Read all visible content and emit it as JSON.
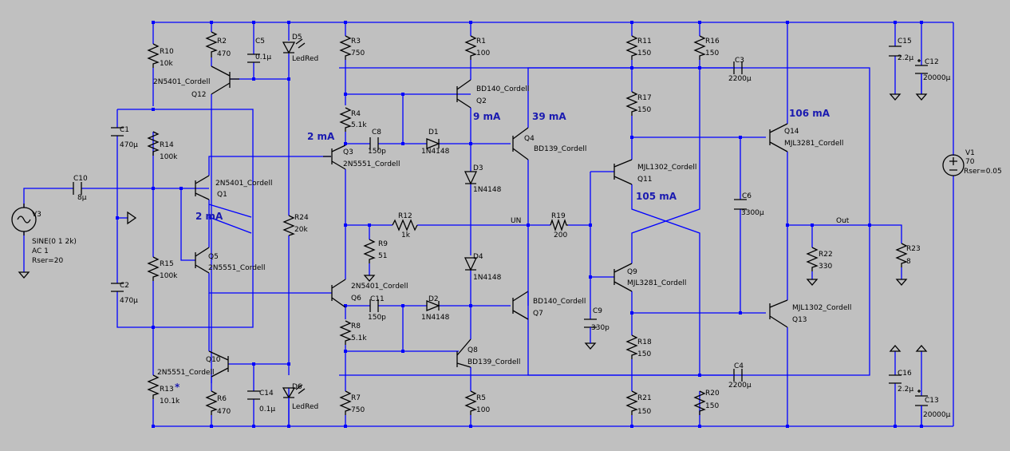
{
  "labels": {
    "R10": "R10",
    "R10v": "10k",
    "R2": "R2",
    "R2v": "470",
    "C5": "C5",
    "C5v": "0.1µ",
    "D5": "D5",
    "D5v": "LedRed",
    "R3": "R3",
    "R3v": "750",
    "R1": "R1",
    "R1v": "100",
    "R11": "R11",
    "R11v": "150",
    "R16": "R16",
    "R16v": "150",
    "C15": "C15",
    "C15v": "2.2µ",
    "C12": "C12",
    "C12v": "20000µ",
    "C3": "C3",
    "C3v": "2200µ",
    "Q12m": "2N5401_Cordell",
    "Q12": "Q12",
    "Q2m": "BD140_Cordell",
    "Q2": "Q2",
    "R17": "R17",
    "R17v": "150",
    "C1": "C1",
    "C1v": "470µ",
    "R14": "R14",
    "R14v": "100k",
    "R4": "R4",
    "R4v": "5.1k",
    "C8": "C8",
    "C8v": "150p",
    "D1": "D1",
    "D1v": "1N4148",
    "Q3": "Q3",
    "Q3m": "2N5551_Cordell",
    "Q4": "Q4",
    "Q4m": "BD139_Cordell",
    "Q14": "Q14",
    "Q14m": "MJL3281_Cordell",
    "D3": "D3",
    "D3v": "1N4148",
    "Q11m": "MJL1302_Cordell",
    "Q11": "Q11",
    "V1": "V1",
    "V1v": "70",
    "V1r": "Rser=0.05",
    "C10": "C10",
    "C10v": "8µ",
    "Q1m": "2N5401_Cordell",
    "Q1": "Q1",
    "V3": "V3",
    "R24": "R24",
    "R24v": "20k",
    "C6": "C6",
    "C6v": "3300µ",
    "R12": "R12",
    "R12v": "1k",
    "R19": "R19",
    "R19v": "200",
    "UN": "UN",
    "Out": "Out",
    "R9": "R9",
    "R9v": "51",
    "V3a": "SINE(0 1 2k)",
    "V3b": "AC 1",
    "V3c": "Rser=20",
    "R22": "R22",
    "R22v": "330",
    "R23": "R23",
    "R23v": "8",
    "Q5": "Q5",
    "Q5m": "2N5551_Cordell",
    "D4": "D4",
    "D4v": "1N4148",
    "R15": "R15",
    "R15v": "100k",
    "Q9": "Q9",
    "Q9m": "MJL3281_Cordell",
    "C2": "C2",
    "C2v": "470µ",
    "Q6m": "2N5401_Cordell",
    "Q6": "Q6",
    "C11": "C11",
    "C11v": "150p",
    "D2": "D2",
    "D2v": "1N4148",
    "Q7m": "BD140_Cordell",
    "Q7": "Q7",
    "C9": "C9",
    "C9v": "330p",
    "Q13m": "MJL1302_Cordell",
    "Q13": "Q13",
    "R8": "R8",
    "R8v": "5.1k",
    "Q8": "Q8",
    "Q8m": "BD139_Cordell",
    "R18": "R18",
    "R18v": "150",
    "Q10": "Q10",
    "Q10m": "2N5551_Cordell",
    "C4": "C4",
    "C4v": "2200µ",
    "C16": "C16",
    "C16v": "2.2µ",
    "R13": "R13",
    "R13star": "*",
    "R13v": "10.1k",
    "C14": "C14",
    "C14v": "0.1µ",
    "D6": "D6",
    "D6v": "LedRed",
    "R6": "R6",
    "R6v": "470",
    "R7": "R7",
    "R7v": "750",
    "R5": "R5",
    "R5v": "100",
    "R21": "R21",
    "R21v": "150",
    "R20": "R20",
    "R20v": "150",
    "C13": "C13",
    "C13v": "20000µ"
  },
  "currents": {
    "q3": "2 mA",
    "q1": "2 mA",
    "q2": "9 mA",
    "q4": "39 mA",
    "q14": "106 mA",
    "q11": "105 mA"
  },
  "colors": {
    "wire": "#0000ff",
    "component": "#000000",
    "current_label": "#1a1ab0",
    "background": "#c0c0c0"
  }
}
